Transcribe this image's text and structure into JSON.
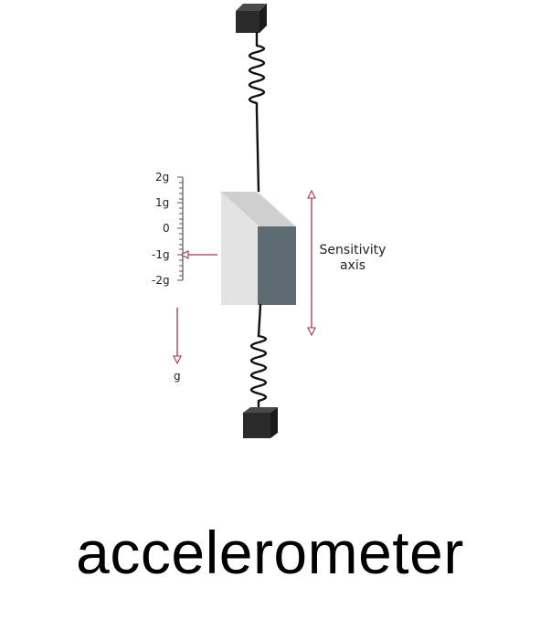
{
  "diagram": {
    "scale_labels": {
      "pos2g": "2g",
      "pos1g": "1g",
      "zero": "0",
      "neg1g": "-1g",
      "neg2g": "-2g"
    },
    "gravity_label": "g",
    "sensitivity_axis_label": [
      "Sensitivity",
      "axis"
    ]
  },
  "caption": "accelerometer",
  "colors": {
    "arrow": "#a3344f",
    "mass_front": "#e0e0e0",
    "mass_side": "#5e6b72",
    "mount": "#2b2b2b",
    "spring": "#111111"
  }
}
